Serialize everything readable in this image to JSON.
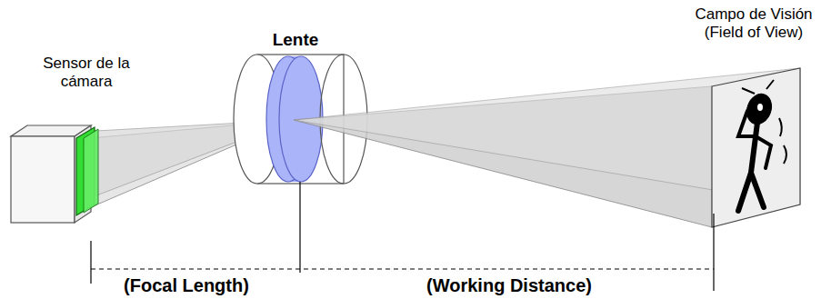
{
  "diagram": {
    "nodes": [
      {
        "text": [
          "Sensor de la cámara"
        ]
      },
      {
        "text": [
          "Lente"
        ]
      },
      {
        "text": [
          "Campo de Visión (Field of View)"
        ]
      }
    ],
    "labels": [
      "(Focal Length)",
      "(Working Distance)"
    ]
  }
}
